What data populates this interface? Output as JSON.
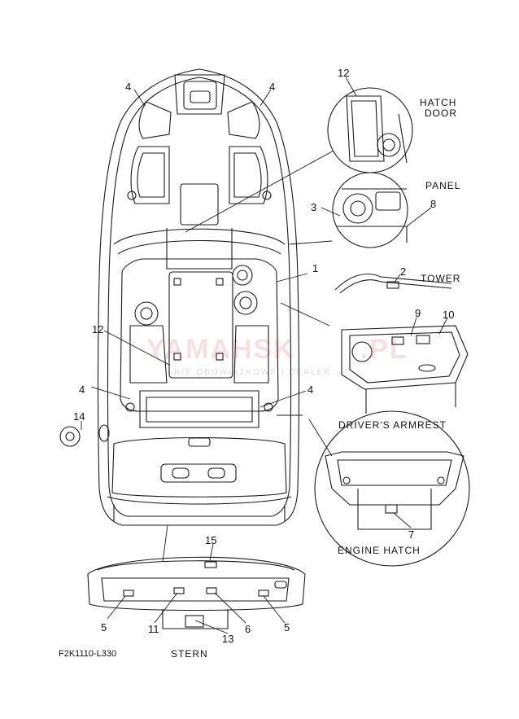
{
  "diagram": {
    "code": "F2K1110-L330",
    "captions": {
      "hatch_door_line1": "HATCH",
      "hatch_door_line2": "DOOR",
      "panel": "PANEL",
      "tower": "TOWER",
      "drivers_armrest": "DRIVER'S ARMREST",
      "engine_hatch": "ENGINE HATCH",
      "stern": "STERN"
    },
    "callouts": {
      "c4_tl": "4",
      "c4_tr": "4",
      "c12_top": "12",
      "c3": "3",
      "c8": "8",
      "c1": "1",
      "c2": "2",
      "c9": "9",
      "c10": "10",
      "c12_mid": "12",
      "c4_ml": "4",
      "c4_mr": "4",
      "c14": "14",
      "c7": "7",
      "c15": "15",
      "c5_l": "5",
      "c11": "11",
      "c6": "6",
      "c5_r": "5",
      "c13": "13"
    },
    "watermark": {
      "text": "YAMAHSK",
      "suffix": ".PL",
      "sub": "NIE OBOWIĄZKOWE | DEALER"
    },
    "colors": {
      "line": "#1a1a1a",
      "watermark": "#d25050"
    }
  }
}
